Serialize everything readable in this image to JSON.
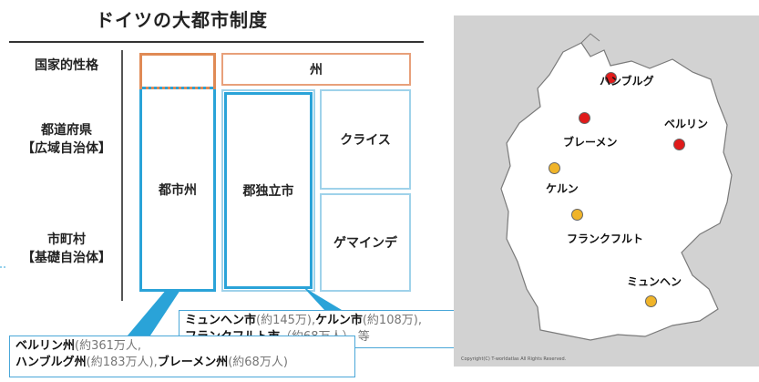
{
  "title": "ドイツの大都市制度",
  "rows": {
    "national": "国家的性格",
    "prefecture_line1": "都道府県",
    "prefecture_line2": "【広域自治体】",
    "municipal_line1": "市町村",
    "municipal_line2": "【基礎自治体】"
  },
  "boxes": {
    "state": "州",
    "city_state": "都市州",
    "district_free_city": "郡独立市",
    "kreis": "クライス",
    "gemeinde": "ゲマインデ"
  },
  "callouts": {
    "free_city": {
      "line1_a": "ミュンヘン市",
      "line1_b": "(約145万),",
      "line1_c": "ケルン市",
      "line1_d": "(約108万),",
      "line2_a": "フランクフルト市",
      "line2_b": "（約68万人）",
      "line2_c": "等"
    },
    "city_state": {
      "line1_a": "ベルリン州",
      "line1_b": "(約361万人,",
      "line2_a": "ハンブルグ州",
      "line2_b": "(約183万人),",
      "line2_c": "ブレーメン州",
      "line2_d": "(約68万人)"
    }
  },
  "map": {
    "cities": [
      {
        "name": "ハンブルグ",
        "color": "#e01b1b"
      },
      {
        "name": "ブレーメン",
        "color": "#e01b1b"
      },
      {
        "name": "ベルリン",
        "color": "#e01b1b"
      },
      {
        "name": "ケルン",
        "color": "#f0b429"
      },
      {
        "name": "フランクフルト",
        "color": "#f0b429"
      },
      {
        "name": "ミュンヘン",
        "color": "#f0b429"
      }
    ],
    "copyright": "Copyright(C) T-worldatlas All Rights Reserved."
  },
  "colors": {
    "city_state_border": "#2aa3d8",
    "national_border": "#e07b39",
    "light_border": "#7fc3e0"
  }
}
